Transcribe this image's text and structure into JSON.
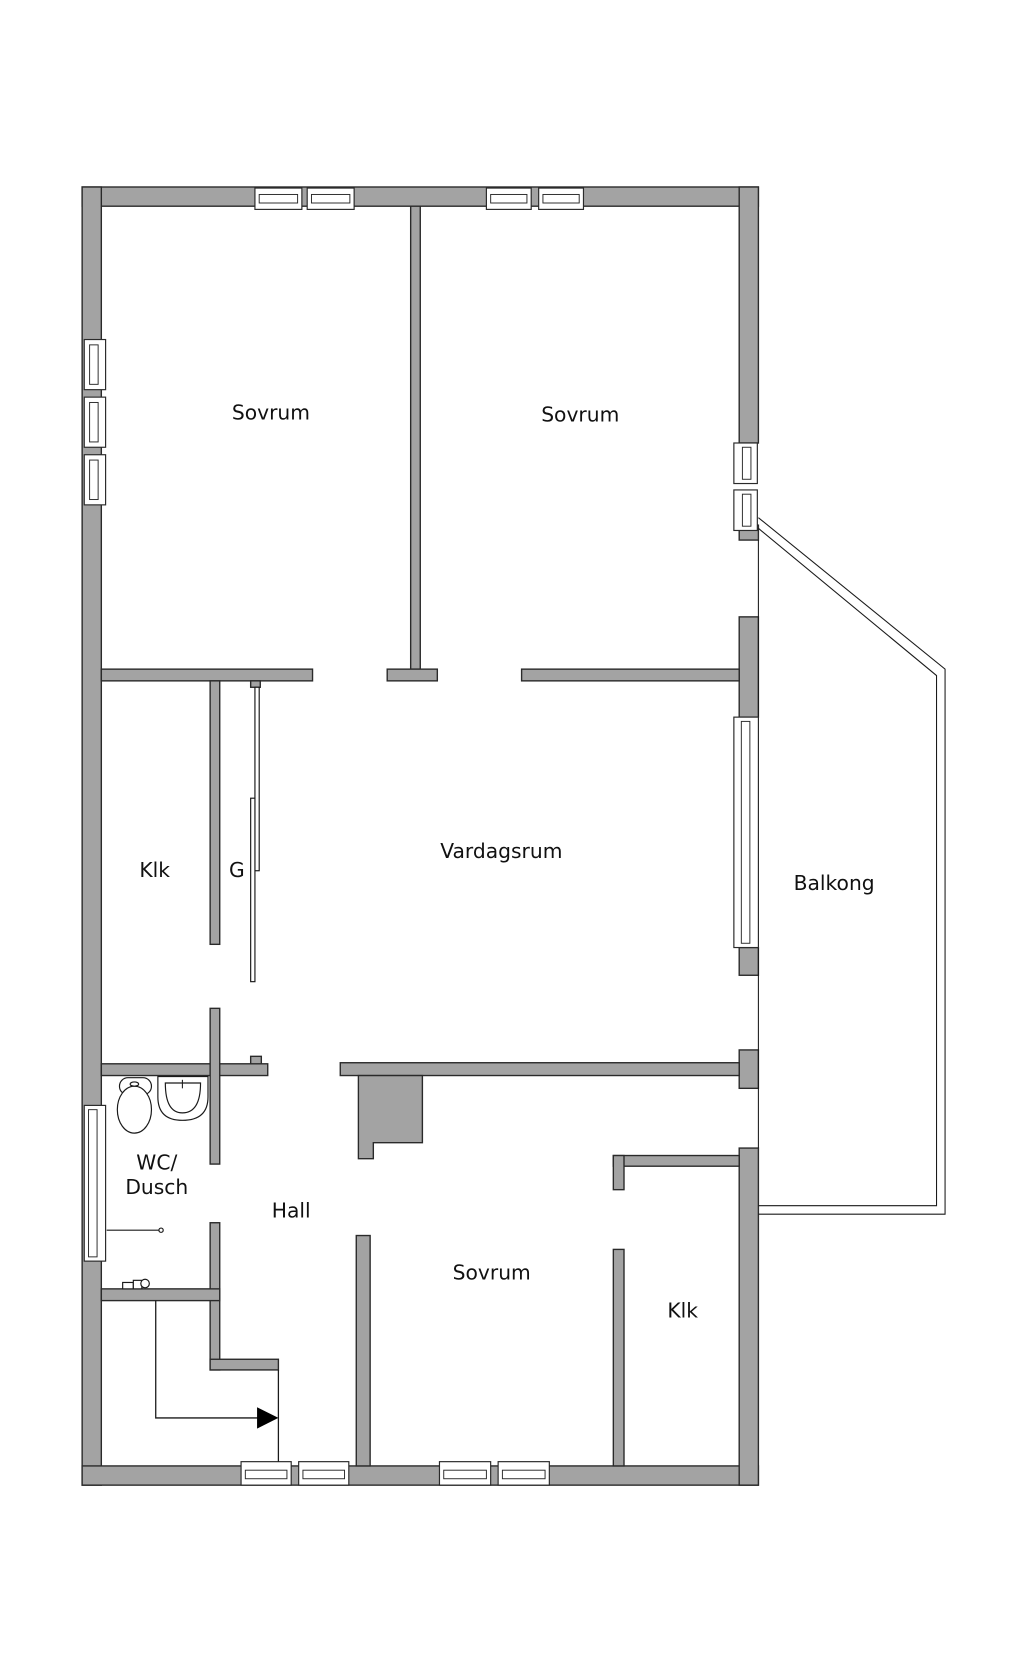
{
  "plan": {
    "type": "floor-plan",
    "colors": {
      "wall": "#a3a3a3",
      "outline": "#2a2a2a",
      "background": "#ffffff"
    },
    "rooms": {
      "bedroom_top_left": "Sovrum",
      "bedroom_top_right": "Sovrum",
      "living_room": "Vardagsrum",
      "closet_left": "Klk",
      "wardrobe": "G",
      "balcony": "Balkong",
      "bathroom_line1": "WC/",
      "bathroom_line2": "Dusch",
      "hall": "Hall",
      "bedroom_bottom": "Sovrum",
      "closet_right": "Klk"
    }
  }
}
